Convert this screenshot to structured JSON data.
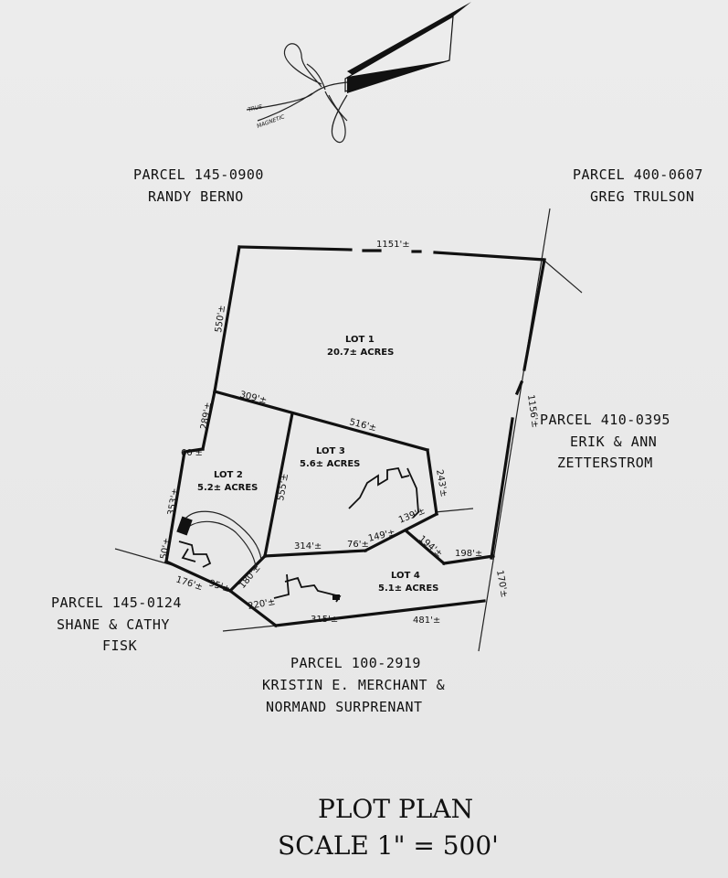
{
  "north_arrow": {
    "true_label": "TRUE",
    "magnetic_label": "MAGNETIC"
  },
  "parcels": {
    "nw": {
      "line1": "PARCEL 145-0900",
      "line2": "RANDY BERNO"
    },
    "ne": {
      "line1": "PARCEL 400-0607",
      "line2": "GREG TRULSON"
    },
    "e": {
      "line1": "PARCEL 410-0395",
      "line2": "ERIK & ANN",
      "line3": "ZETTERSTROM"
    },
    "sw": {
      "line1": "PARCEL 145-0124",
      "line2": "SHANE & CATHY",
      "line3": "FISK"
    },
    "s": {
      "line1": "PARCEL 100-2919",
      "line2": "KRISTIN E. MERCHANT &",
      "line3": "NORMAND SURPRENANT"
    }
  },
  "lots": {
    "lot1": {
      "name": "LOT 1",
      "area": "20.7± ACRES"
    },
    "lot2": {
      "name": "LOT 2",
      "area": "5.2± ACRES"
    },
    "lot3": {
      "name": "LOT 3",
      "area": "5.6± ACRES"
    },
    "lot4": {
      "name": "LOT 4",
      "area": "5.1± ACRES"
    }
  },
  "dimensions": {
    "d1151": "1151'±",
    "d550": "550'±",
    "d309": "309'±",
    "d289": "289'±",
    "d516": "516'±",
    "d60": "60'±",
    "d353": "353'±",
    "d555": "555'±",
    "d243": "243'±",
    "d1156": "1156'±",
    "d50": "50'±",
    "d176": "176'±",
    "d95": "95'±",
    "d314": "314'±",
    "d76": "76'±",
    "d149": "149'±",
    "d139": "139'±",
    "d194": "194'±",
    "d198": "198'±",
    "d180": "180'±",
    "d220": "220'±",
    "d315": "315'±",
    "d481": "481'±",
    "d170": "170'±"
  },
  "title": {
    "line1": "PLOT PLAN",
    "line2": "SCALE 1\" = 500'"
  }
}
